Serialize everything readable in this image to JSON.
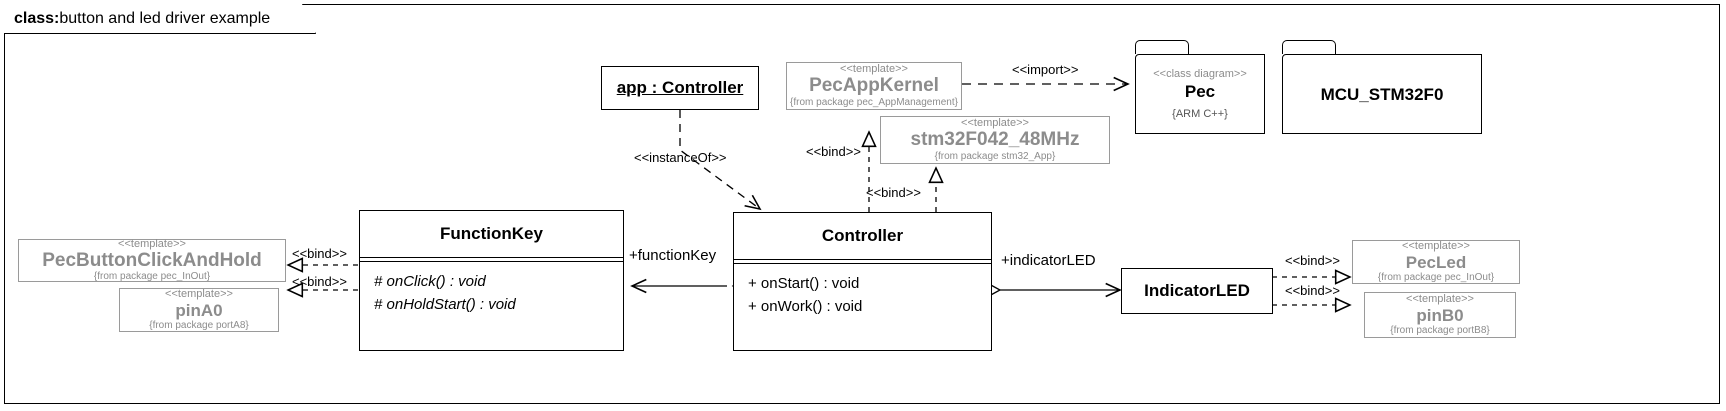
{
  "frame": {
    "keyword": "class:",
    "name": "button and led driver example"
  },
  "instances": [
    {
      "id": "app",
      "label": "app : Controller"
    }
  ],
  "classes": [
    {
      "id": "functionKey",
      "name": "FunctionKey",
      "operations": [
        "# onClick() : void",
        "# onHoldStart() : void"
      ],
      "italic_ops": true
    },
    {
      "id": "controller",
      "name": "Controller",
      "operations": [
        "+ onStart() : void",
        "+ onWork() : void"
      ],
      "italic_ops": false
    },
    {
      "id": "indicatorLed",
      "name": "IndicatorLED",
      "operations": [],
      "italic_ops": false
    }
  ],
  "templates": [
    {
      "id": "pecAppKernel",
      "stereotype": "<<template>>",
      "name": "PecAppKernel",
      "from": "{from package pec_AppManagement}"
    },
    {
      "id": "stm32",
      "stereotype": "<<template>>",
      "name": "stm32F042_48MHz",
      "from": "{from package stm32_App}"
    },
    {
      "id": "pecButton",
      "stereotype": "<<template>>",
      "name": "PecButtonClickAndHold",
      "from": "{from package pec_InOut}"
    },
    {
      "id": "pinA0",
      "stereotype": "<<template>>",
      "name": "pinA0",
      "from": "{from package portA8}"
    },
    {
      "id": "pecLed",
      "stereotype": "<<template>>",
      "name": "PecLed",
      "from": "{from package pec_InOut}"
    },
    {
      "id": "pinB0",
      "stereotype": "<<template>>",
      "name": "pinB0",
      "from": "{from package portB8}"
    }
  ],
  "packages": [
    {
      "id": "pec",
      "stereotype": "<<class diagram>>",
      "name": "Pec",
      "note": "{ARM C++}"
    },
    {
      "id": "mcu",
      "stereotype": "",
      "name": "MCU_STM32F0",
      "note": ""
    }
  ],
  "edge_labels": {
    "import": "<<import>>",
    "instance_of": "<<instanceOf>>",
    "bind_kernel": "<<bind>>",
    "bind_stm32": "<<bind>>",
    "bind_button": "<<bind>>",
    "bind_pina0": "<<bind>>",
    "bind_pecled": "<<bind>>",
    "bind_pinb0": "<<bind>>"
  },
  "roles": {
    "function_key": "+functionKey",
    "indicator_led": "+indicatorLED"
  },
  "colors": {
    "stroke": "#000000",
    "template_stroke": "#9a9a9a",
    "template_text": "#8c8c8c",
    "background": "#ffffff"
  }
}
